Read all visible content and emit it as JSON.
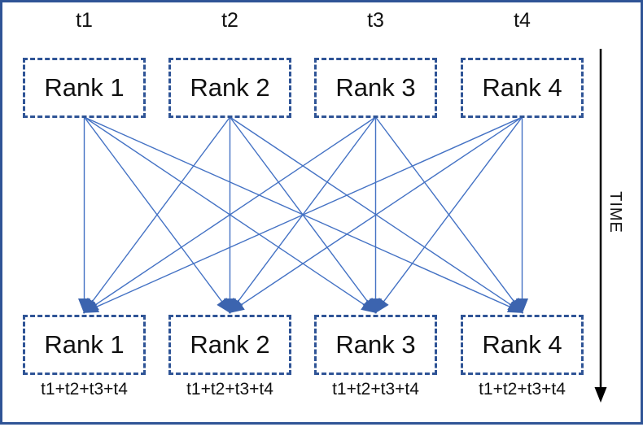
{
  "diagram": {
    "top_time_labels": [
      "t1",
      "t2",
      "t3",
      "t4"
    ],
    "top_ranks": [
      "Rank 1",
      "Rank 2",
      "Rank 3",
      "Rank 4"
    ],
    "bottom_ranks": [
      "Rank 1",
      "Rank 2",
      "Rank 3",
      "Rank 4"
    ],
    "bottom_time_labels": [
      "t1+t2+t3+t4",
      "t1+t2+t3+t4",
      "t1+t2+t3+t4",
      "t1+t2+t3+t4"
    ],
    "time_axis_label": "TIME",
    "edges": [
      [
        0,
        0
      ],
      [
        0,
        1
      ],
      [
        0,
        2
      ],
      [
        0,
        3
      ],
      [
        1,
        0
      ],
      [
        1,
        1
      ],
      [
        1,
        2
      ],
      [
        1,
        3
      ],
      [
        2,
        0
      ],
      [
        2,
        1
      ],
      [
        2,
        2
      ],
      [
        2,
        3
      ],
      [
        3,
        0
      ],
      [
        3,
        1
      ],
      [
        3,
        2
      ],
      [
        3,
        3
      ]
    ],
    "colors": {
      "box_border": "#2F5496",
      "outer_border": "#2F5496",
      "connector": "#4472C4",
      "arrowhead": "#3C64AF",
      "time_arrow": "#000000"
    }
  }
}
